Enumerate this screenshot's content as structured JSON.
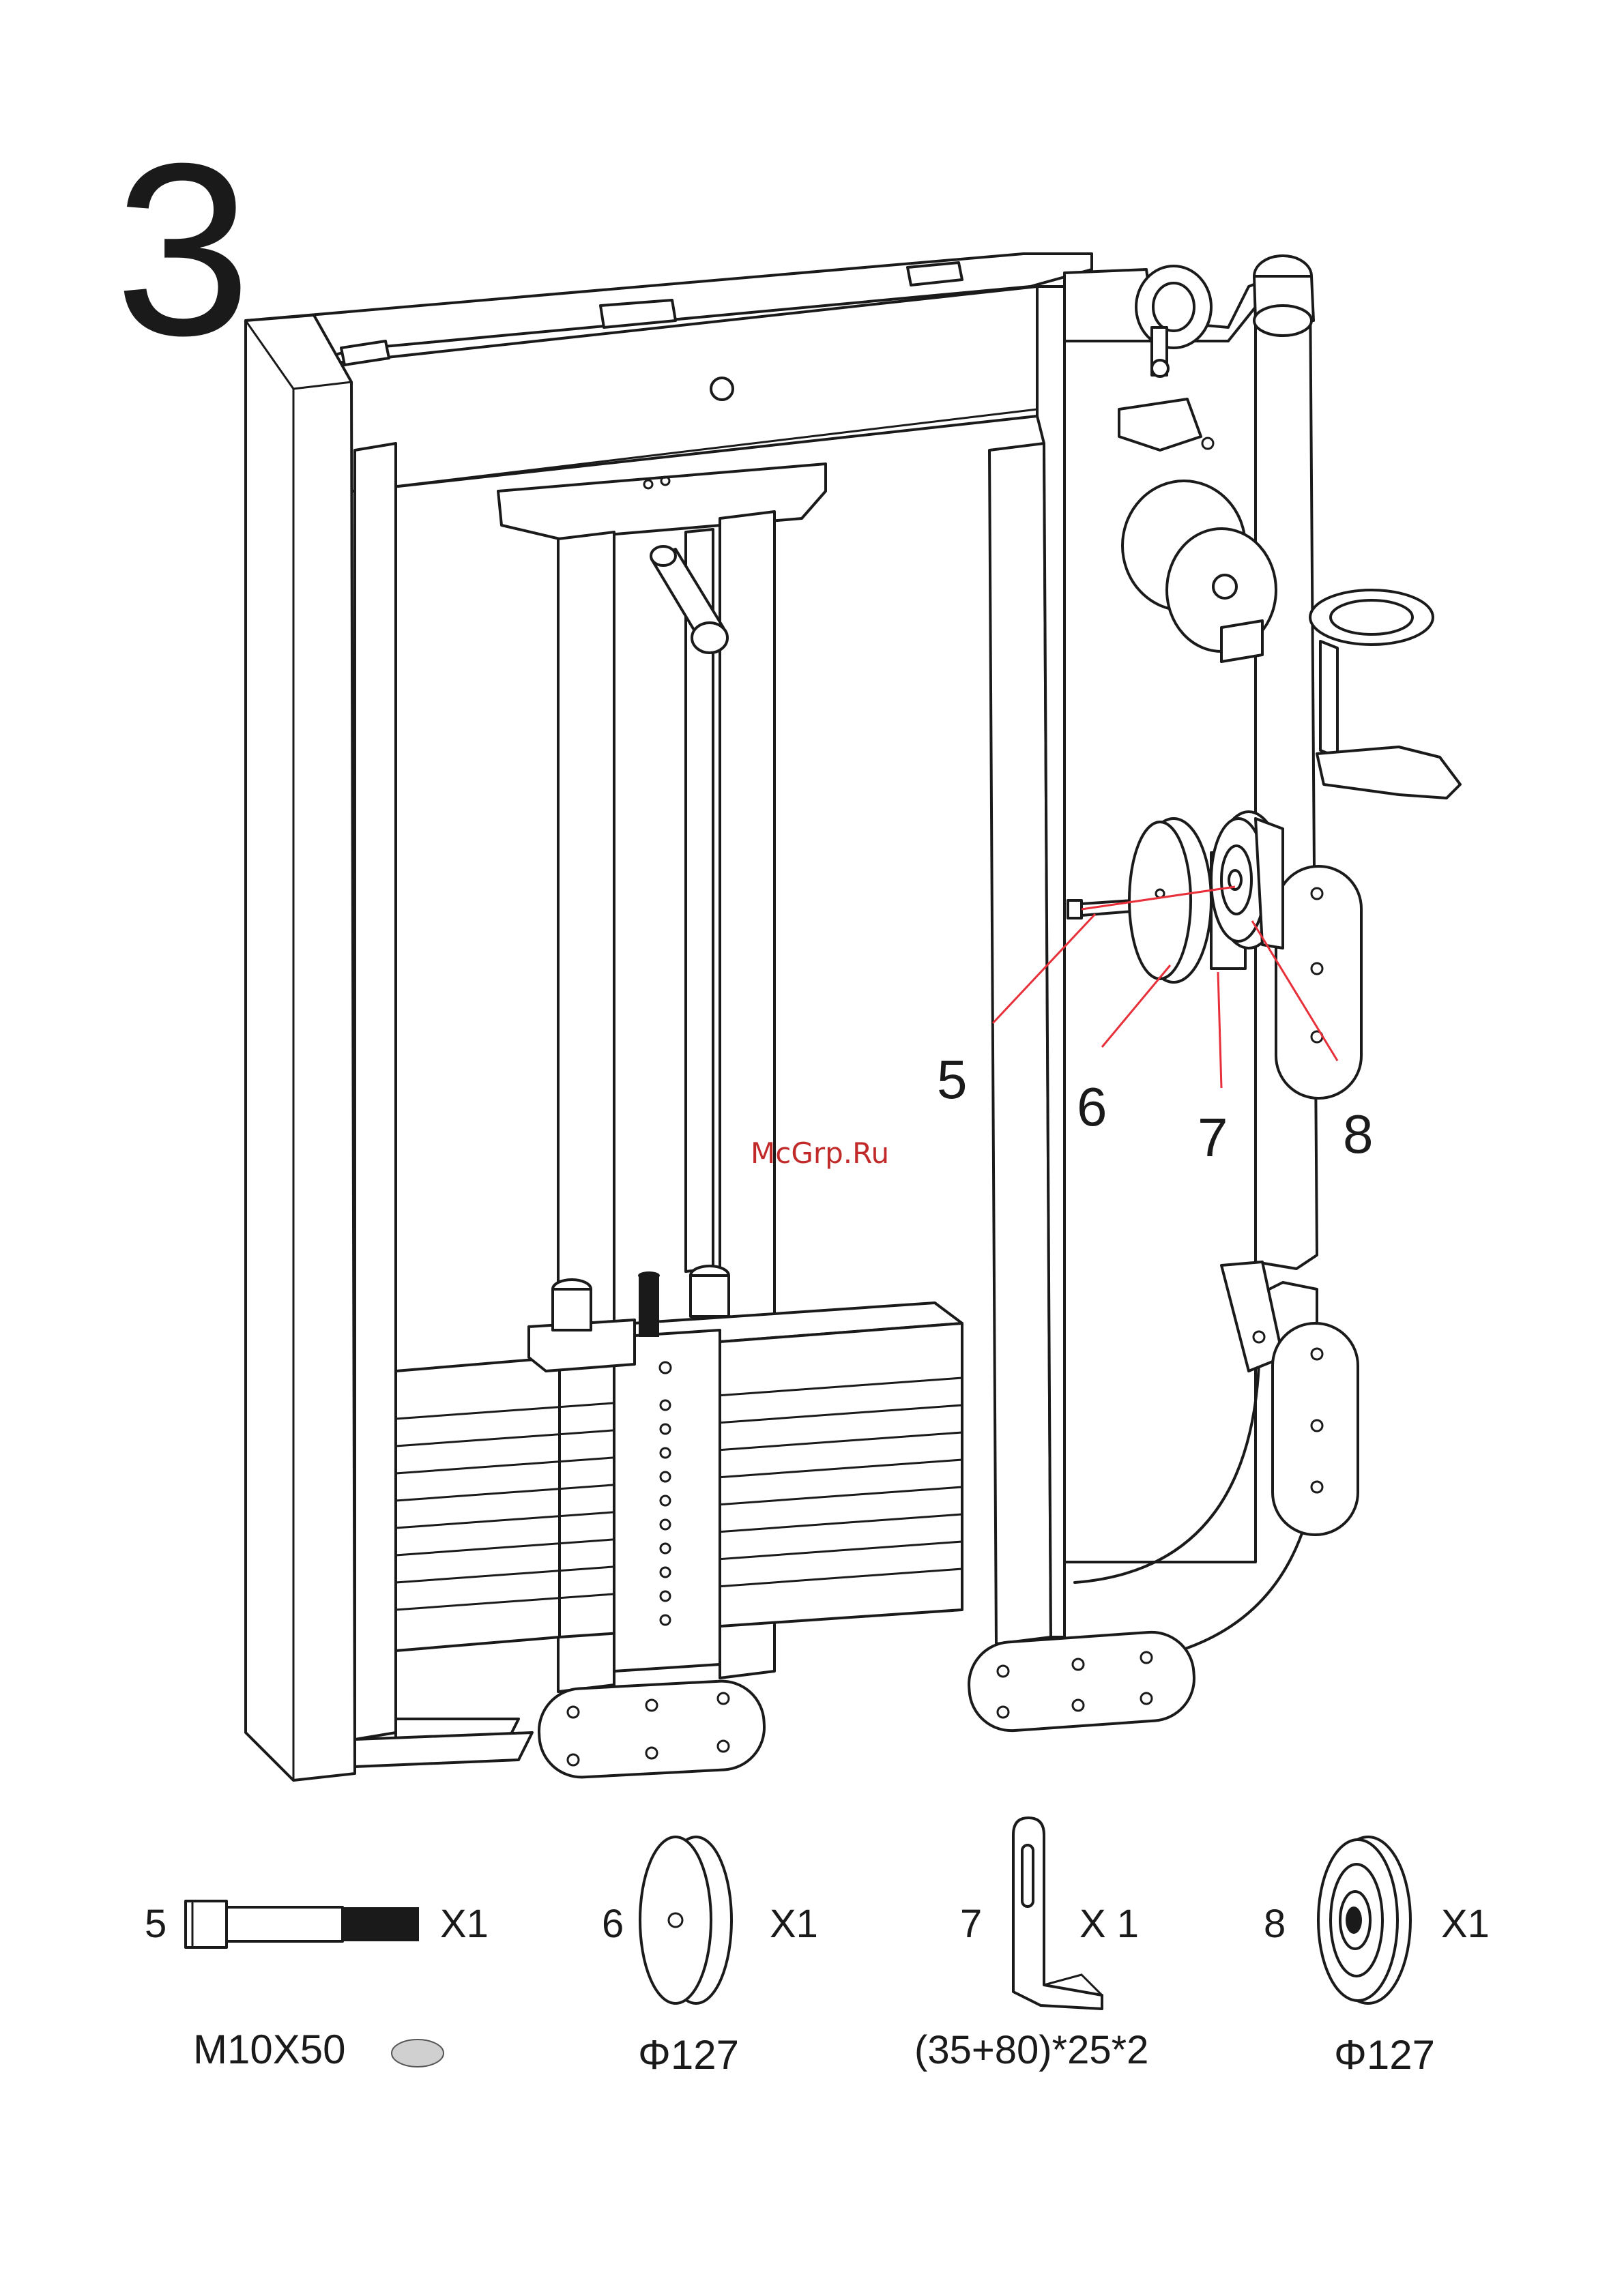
{
  "step_number": "3",
  "watermark": "McGrp.Ru",
  "callouts": [
    {
      "id": "callout-5",
      "label": "5"
    },
    {
      "id": "callout-6",
      "label": "6"
    },
    {
      "id": "callout-7",
      "label": "7"
    },
    {
      "id": "callout-8",
      "label": "8"
    }
  ],
  "parts": [
    {
      "number": "5",
      "quantity": "X1",
      "spec": "M10X50"
    },
    {
      "number": "6",
      "quantity": "X1",
      "spec": "Φ127"
    },
    {
      "number": "7",
      "quantity": "X 1",
      "spec": "(35+80)*25*2"
    },
    {
      "number": "8",
      "quantity": "X1",
      "spec": "Φ127"
    }
  ],
  "colors": {
    "line": "#1a1a1a",
    "leader": "#e8303a",
    "watermark": "#c22a2a"
  }
}
